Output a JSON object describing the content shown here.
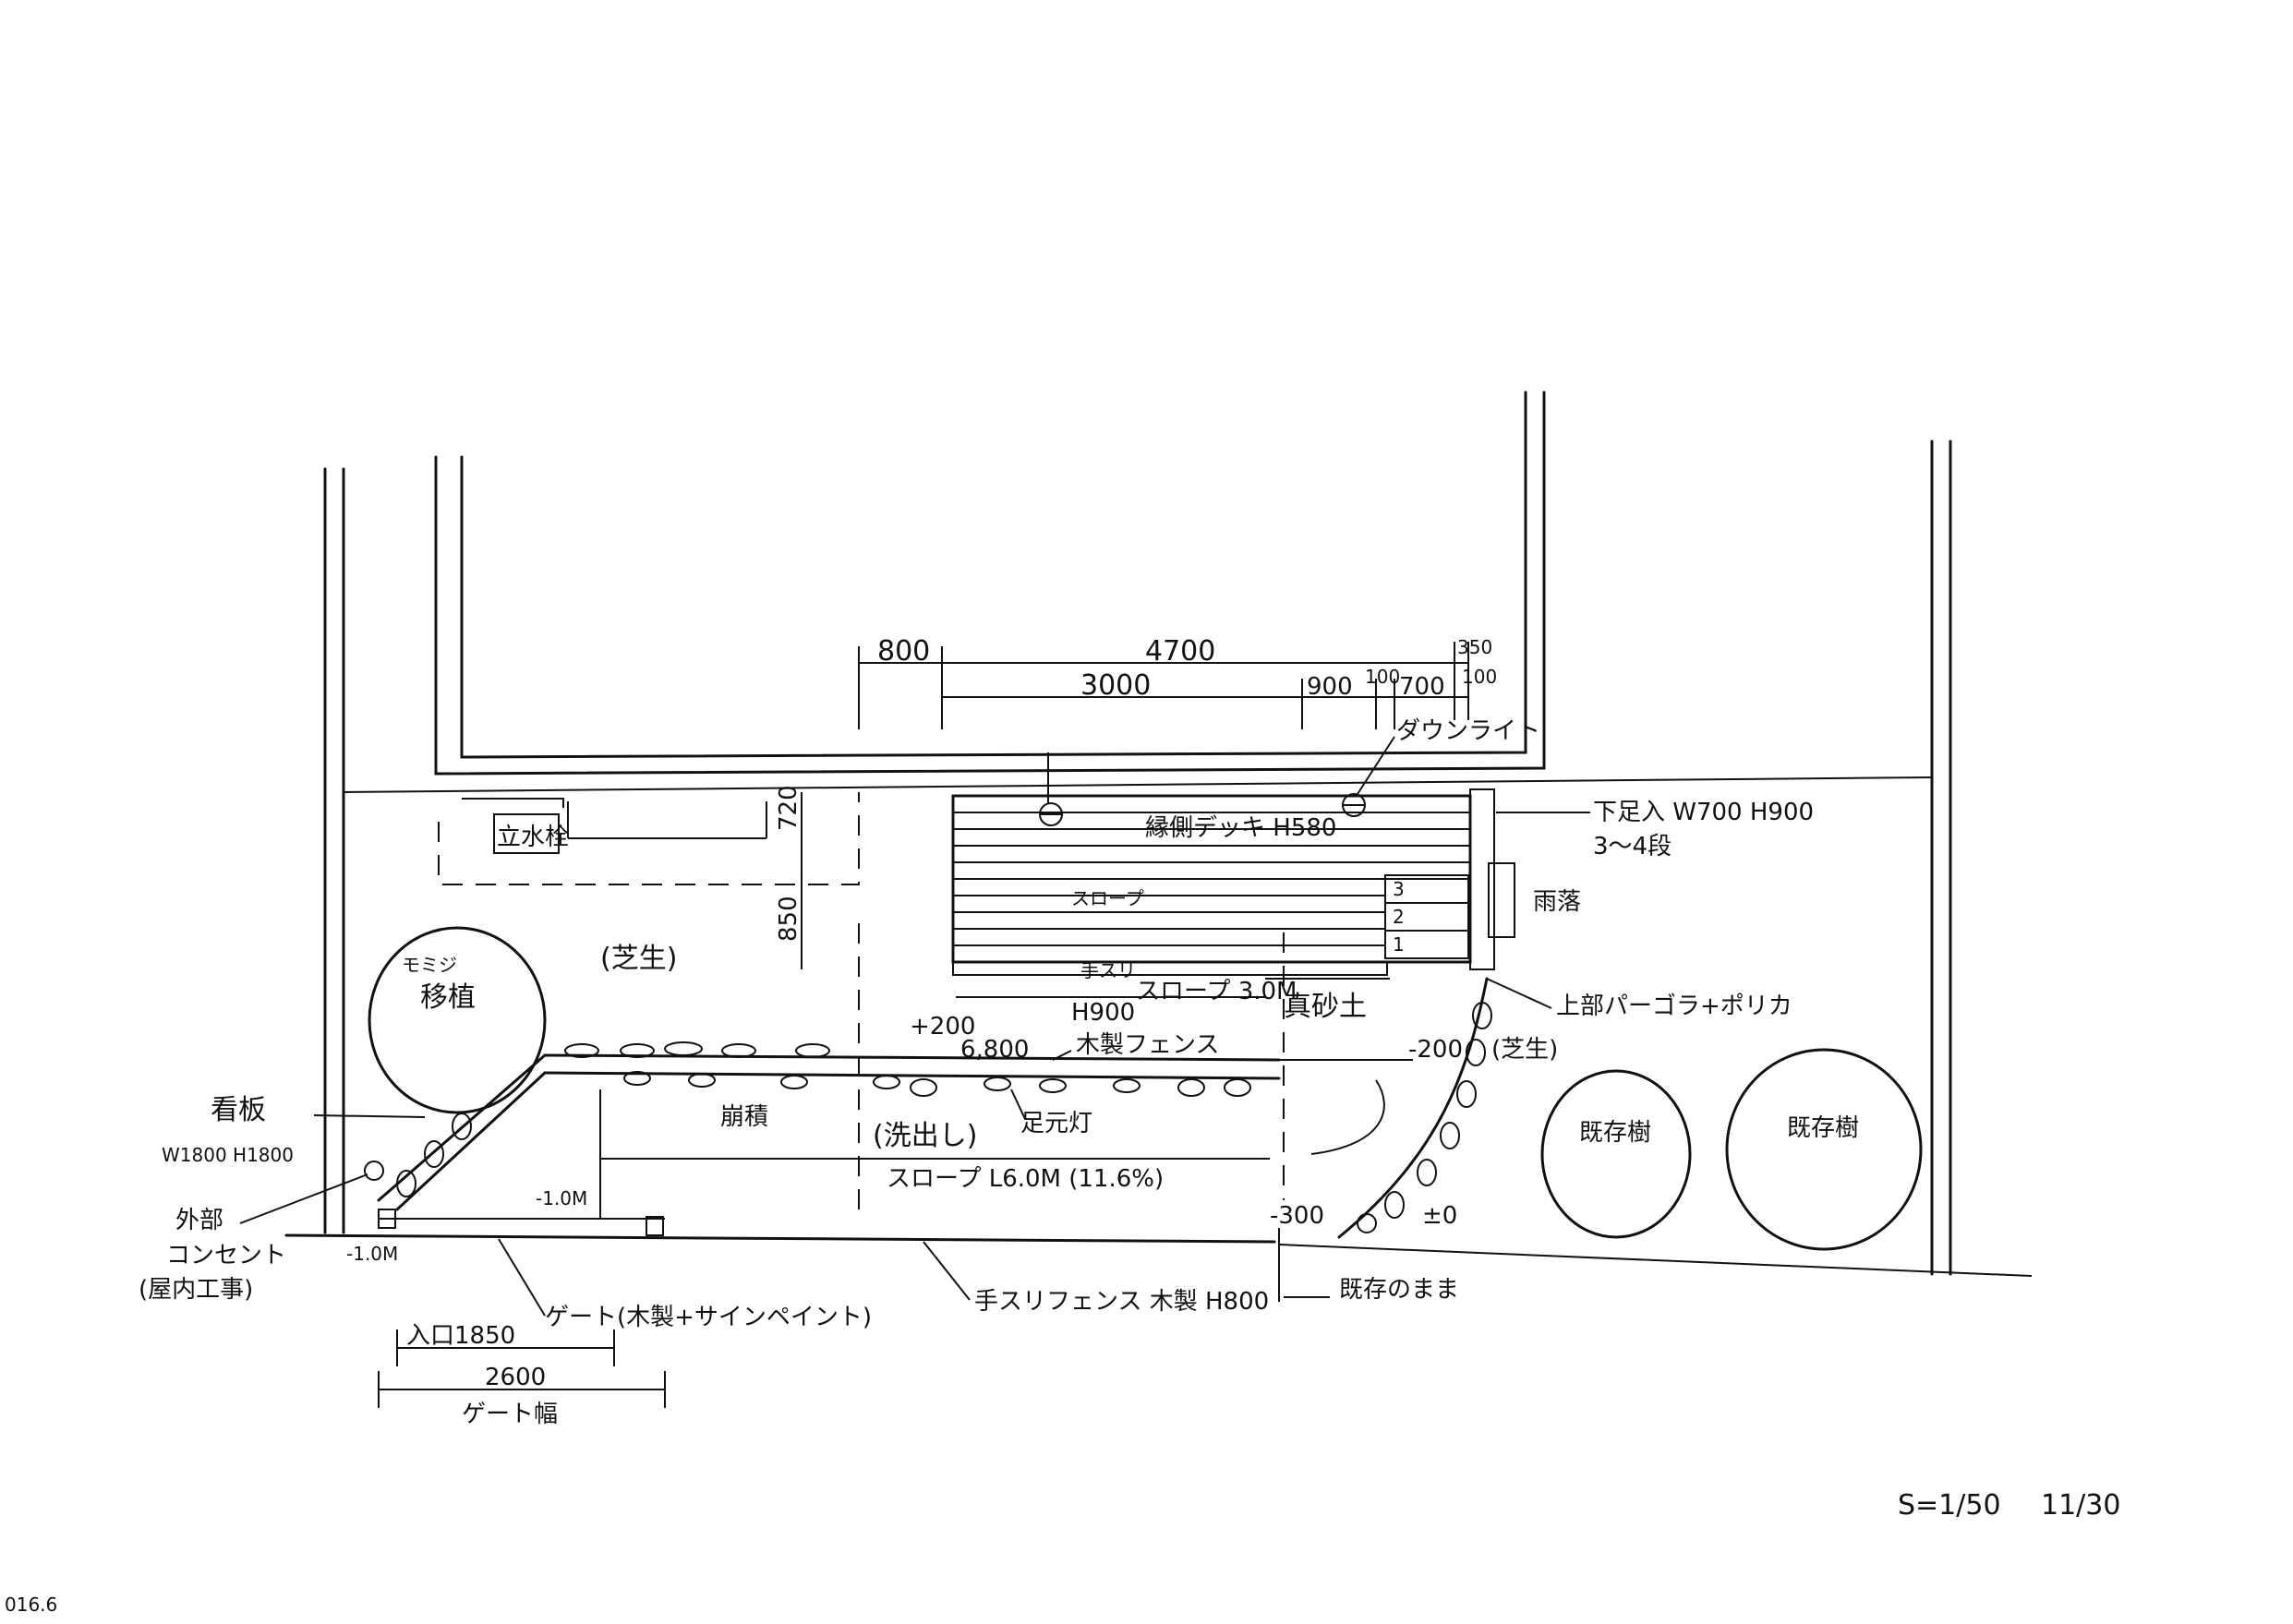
{
  "labels": {
    "stand_faucet": "立水栓",
    "dim_top_800": "800",
    "dim_top_4700": "4700",
    "dim_top_350": "350",
    "dim_3000": "3000",
    "dim_900": "900",
    "dim_100a": "100",
    "dim_700": "700",
    "dim_100b": "100",
    "down_light": "ダウンライト",
    "deck": "縁側デッキ H580",
    "slope_upper": "スロープ",
    "dim_720": "720",
    "dim_850": "850",
    "step_in": "下足入 W700 H900",
    "steps_count": "3〜4段",
    "step_1": "1",
    "step_2": "2",
    "step_3": "3",
    "rain_gutter": "雨落",
    "pergola": "上部パーゴラ+ポリカ",
    "handrail": "手スリ",
    "slope_3m": "スロープ 3.0M",
    "masa_soil": "真砂土",
    "h900": "H900",
    "plus200": "+200",
    "dim_6800": "6,800",
    "wood_fence": "木製フェンス",
    "minus200": "-200",
    "lawn_right": "(芝生)",
    "lawn_center": "(芝生)",
    "maple_name": "モミジ",
    "maple_transplant": "移植",
    "signboard": "看板",
    "signboard_size": "W1800 H1800",
    "collapse_stone": "崩積",
    "washout": "(洗出し)",
    "foot_light": "足元灯",
    "slope_main": "スロープ L6.0M (11.6%)",
    "minus_1m_a": "-1.0M",
    "minus_1m_b": "-1.0M",
    "minus300": "-300",
    "zero": "±0",
    "existing_tree_1": "既存樹",
    "existing_tree_2": "既存樹",
    "outlet_1": "外部",
    "outlet_2": "コンセント",
    "outlet_3": "(屋内工事)",
    "gate": "ゲート(木製+サインペイント)",
    "handrail_fence": "手スリフェンス 木製 H800",
    "keep_existing": "既存のまま",
    "dim_1850": "入口1850",
    "dim_2600": "2600",
    "gate_width": "ゲート幅",
    "scale": "S=1/50",
    "date": "11/30",
    "corner_note": "016.6"
  }
}
